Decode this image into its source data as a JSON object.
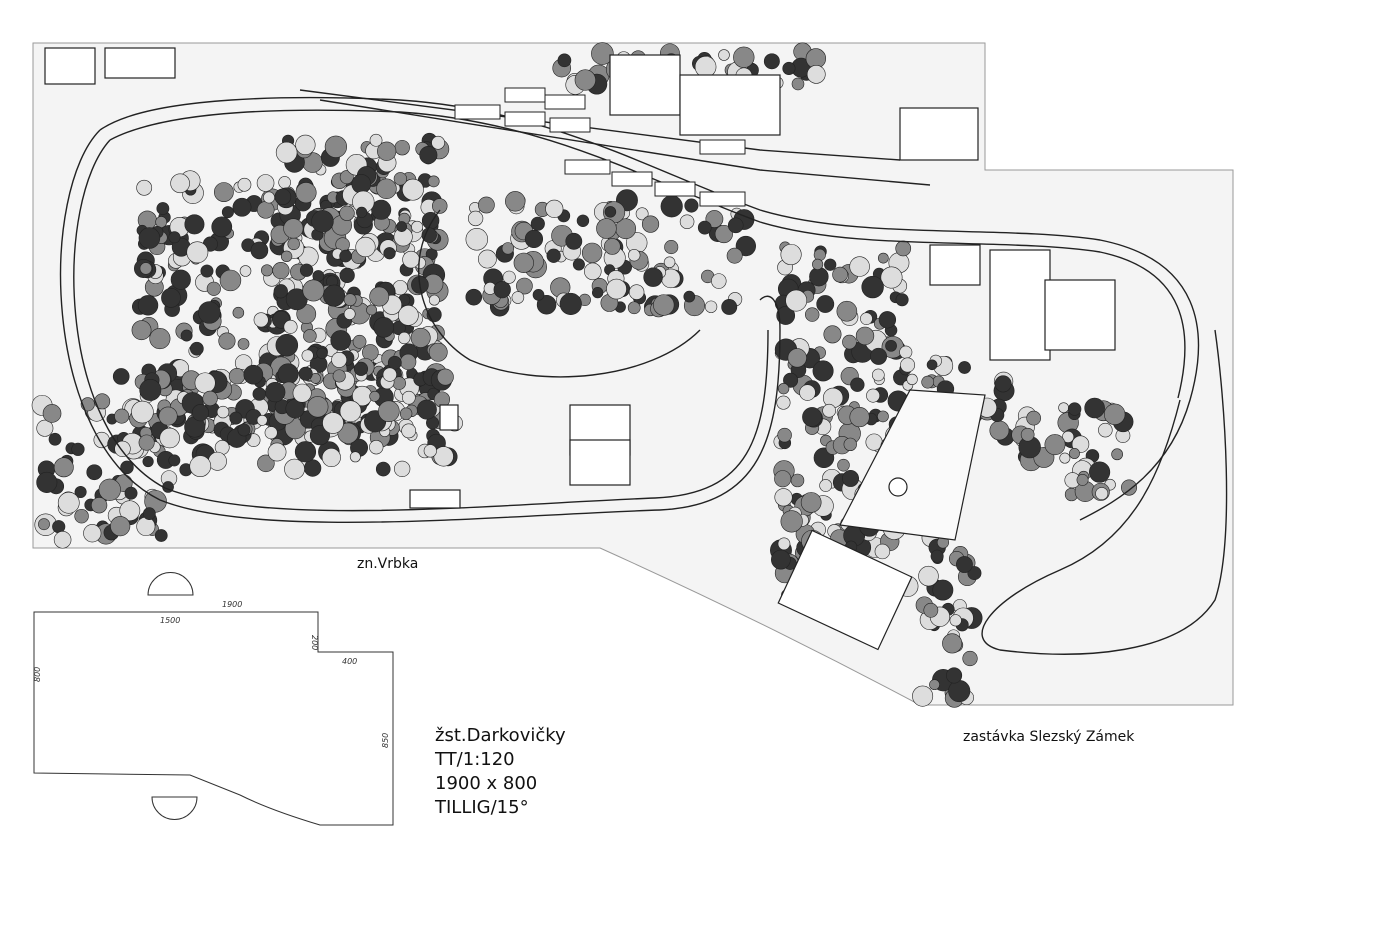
{
  "labels": {
    "station_vrbka": "zn.Vrbka",
    "stop_zamek": "zastávka Slezský Zámek"
  },
  "info": {
    "station": "žst.Darkovičky",
    "scale": "TT/1:120",
    "size": "1900 x 800",
    "track_system": "TILLIG/15°"
  },
  "dimensions": {
    "total_length": "1900",
    "left_section": "1500",
    "step_depth": "200",
    "right_section": "400",
    "left_depth": "800",
    "right_depth": "850"
  },
  "colors": {
    "ink": "#1a1a1a",
    "paper": "#ffffff",
    "shade": "#f2f2f2"
  }
}
